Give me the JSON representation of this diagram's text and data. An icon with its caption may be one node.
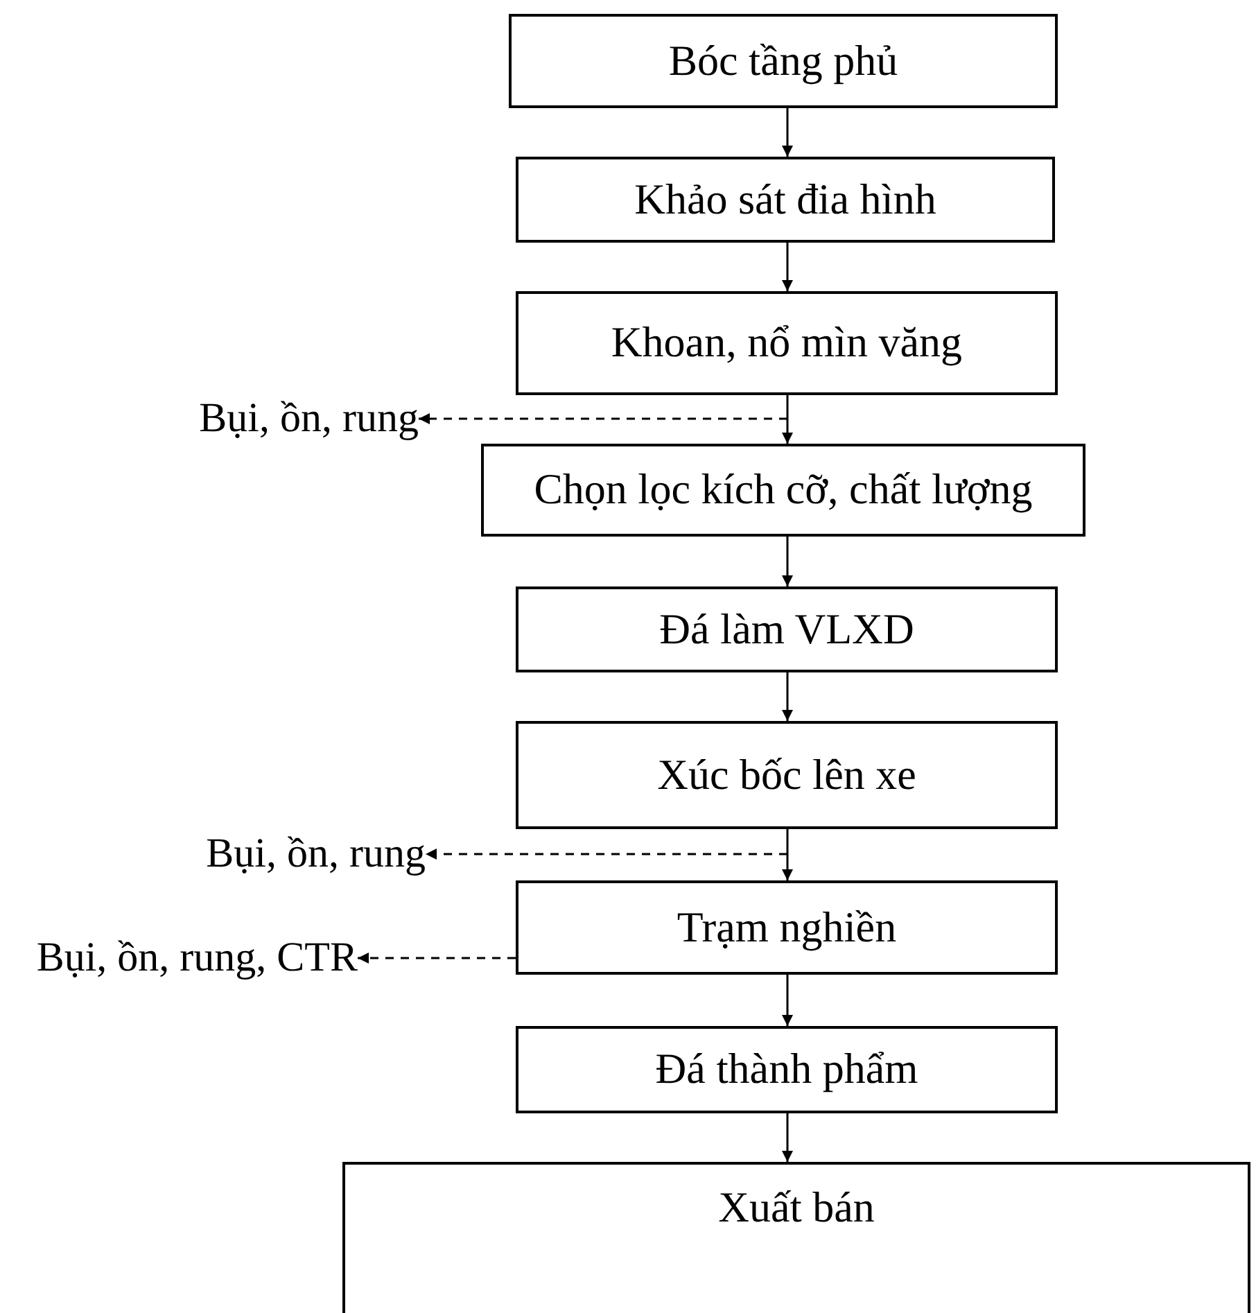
{
  "diagram": {
    "nodes": [
      {
        "text": [
          "Bóc tầng phủ"
        ]
      },
      {
        "text": [
          "Khảo sát đia hình"
        ]
      },
      {
        "text": [
          "Khoan, nổ mìn văng"
        ]
      },
      {
        "text": [
          "Chọn lọc kích cỡ, chất lượng"
        ]
      },
      {
        "text": [
          "Đá làm VLXD"
        ]
      },
      {
        "text": [
          "Xúc bốc lên xe"
        ]
      },
      {
        "text": [
          "Trạm nghiền"
        ]
      },
      {
        "text": [
          "Đá thành phẩm"
        ]
      },
      {
        "text": [
          "Xuất bán"
        ]
      },
      {
        "text": [
          "Bụi, ồn, rung"
        ]
      },
      {
        "text": [
          "Bụi, ồn, rung"
        ]
      },
      {
        "text": [
          "Bụi, ồn, rung, CTR"
        ]
      }
    ],
    "edges": [
      {
        "from": 0,
        "to": 1,
        "arrow": "to"
      },
      {
        "from": 1,
        "to": 2,
        "arrow": "to"
      },
      {
        "from": 2,
        "to": 3,
        "arrow": "to"
      },
      {
        "from": 3,
        "to": 4,
        "arrow": "to"
      },
      {
        "from": 4,
        "to": 5,
        "arrow": "to"
      },
      {
        "from": 5,
        "to": 6,
        "arrow": "to"
      },
      {
        "from": 6,
        "to": 7,
        "arrow": "to"
      },
      {
        "from": 7,
        "to": 8,
        "arrow": "to"
      },
      {
        "from": null,
        "to": 9,
        "arrow": "to",
        "style": "dashed"
      },
      {
        "from": null,
        "to": 10,
        "arrow": "to",
        "style": "dashed"
      },
      {
        "from": 6,
        "to": 11,
        "arrow": "to",
        "style": "dashed"
      }
    ]
  }
}
